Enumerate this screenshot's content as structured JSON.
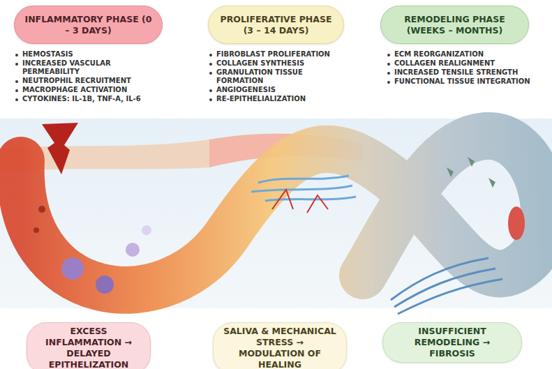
{
  "diagram": {
    "nodes": [
      {
        "text": [
          "INFLAMMATORY PHASE (0 – 3 DAYS)"
        ]
      },
      {
        "text": [
          "PROLIFERATIVE PHASE (3 – 14 DAYS)"
        ]
      },
      {
        "text": [
          "REMODELING PHASE (WEEKS – MONTHS)"
        ]
      },
      {
        "text": [
          "EXCESS INFLAMMATION → DELAYED EPITHELIZATION"
        ]
      },
      {
        "text": [
          "SALIVA & MECHANICAL STRESS → MODULATION OF HEALING"
        ]
      },
      {
        "text": [
          "INSUFFICIENT REMODELING → FIBROSIS"
        ]
      }
    ],
    "edges": [],
    "labels": [
      "HEMOSTASIS",
      "INCREASED VASCULAR PERMEABILITY",
      "NEUTROPHIL RECRUITMENT",
      "MACROPHAGE ACTIVATION",
      "CYTOKINES: IL-1B, TNF-A, IL-6",
      "FIBROBLAST PROLIFERATION",
      "COLLAGEN SYNTHESIS",
      "GRANULATION TISSUE FORMATION",
      "ANGIOGENESIS",
      "RE-EPITHELIALIZATION",
      "ECM REORGANIZATION",
      "COLLAGEN REALIGNMENT",
      "INCREASED TENSILE STRENGTH",
      "FUNCTIONAL TISSUE INTEGRATION"
    ]
  }
}
